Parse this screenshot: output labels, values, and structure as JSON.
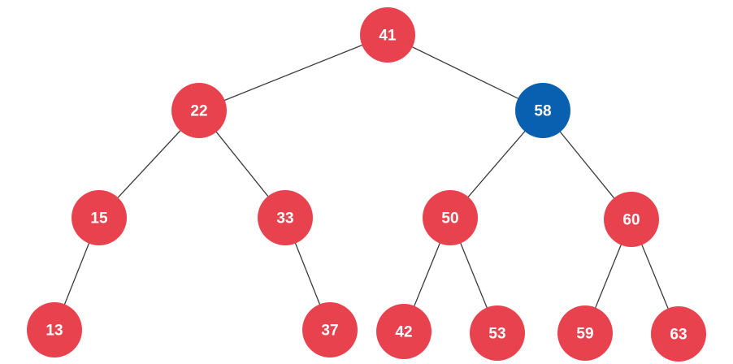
{
  "colors": {
    "default_node": "#e8424f",
    "highlight_node": "#0a60b0",
    "edge": "#3a3a3a",
    "label": "#ffffff"
  },
  "nodes": [
    {
      "id": "n41",
      "label": "41",
      "highlight": false
    },
    {
      "id": "n22",
      "label": "22",
      "highlight": false
    },
    {
      "id": "n58",
      "label": "58",
      "highlight": true
    },
    {
      "id": "n15",
      "label": "15",
      "highlight": false
    },
    {
      "id": "n33",
      "label": "33",
      "highlight": false
    },
    {
      "id": "n50",
      "label": "50",
      "highlight": false
    },
    {
      "id": "n60",
      "label": "60",
      "highlight": false
    },
    {
      "id": "n13",
      "label": "13",
      "highlight": false
    },
    {
      "id": "n37",
      "label": "37",
      "highlight": false
    },
    {
      "id": "n42",
      "label": "42",
      "highlight": false
    },
    {
      "id": "n53",
      "label": "53",
      "highlight": false
    },
    {
      "id": "n59",
      "label": "59",
      "highlight": false
    },
    {
      "id": "n63",
      "label": "63",
      "highlight": false
    }
  ],
  "edges": [
    [
      "n41",
      "n22"
    ],
    [
      "n41",
      "n58"
    ],
    [
      "n22",
      "n15"
    ],
    [
      "n22",
      "n33"
    ],
    [
      "n58",
      "n50"
    ],
    [
      "n58",
      "n60"
    ],
    [
      "n15",
      "n13"
    ],
    [
      "n33",
      "n37"
    ],
    [
      "n50",
      "n42"
    ],
    [
      "n50",
      "n53"
    ],
    [
      "n60",
      "n59"
    ],
    [
      "n60",
      "n63"
    ]
  ]
}
